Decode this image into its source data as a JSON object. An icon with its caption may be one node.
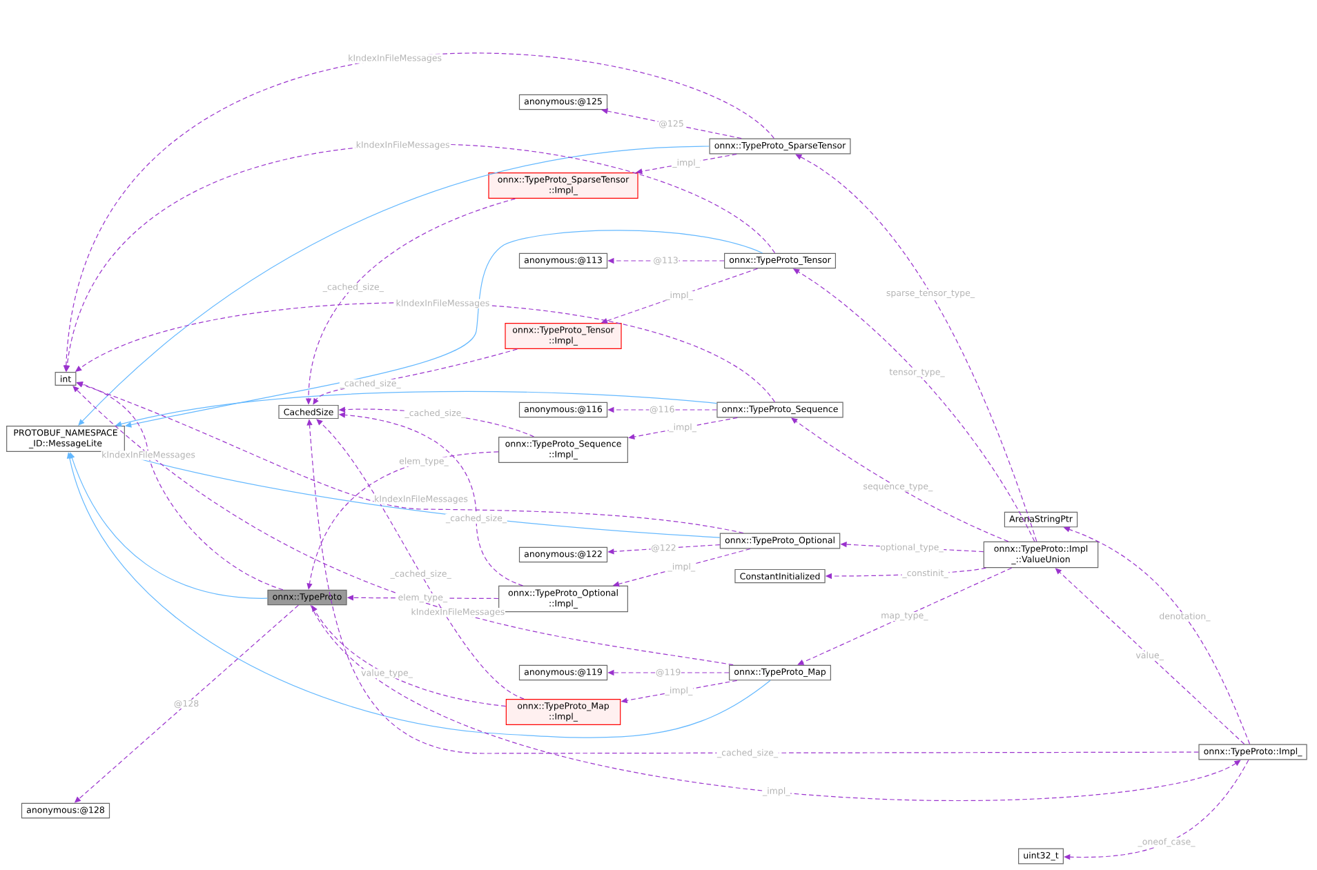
{
  "diagram": {
    "nodes": [
      {
        "text": [
          "onnx::TypeProto"
        ]
      },
      {
        "text": [
          "PROTOBUF_NAMESPACE _ID::MessageLite"
        ]
      },
      {
        "text": [
          "int"
        ]
      },
      {
        "text": [
          "CachedSize"
        ]
      },
      {
        "text": [
          "onnx::TypeProto_SparseTensor"
        ]
      },
      {
        "text": [
          "anonymous:@125"
        ]
      },
      {
        "text": [
          "onnx::TypeProto_SparseTensor ::Impl_"
        ]
      },
      {
        "text": [
          "onnx::TypeProto_Tensor"
        ]
      },
      {
        "text": [
          "anonymous:@113"
        ]
      },
      {
        "text": [
          "onnx::TypeProto_Tensor ::Impl_"
        ]
      },
      {
        "text": [
          "onnx::TypeProto_Sequence"
        ]
      },
      {
        "text": [
          "anonymous:@116"
        ]
      },
      {
        "text": [
          "onnx::TypeProto_Sequence ::Impl_"
        ]
      },
      {
        "text": [
          "onnx::TypeProto_Optional"
        ]
      },
      {
        "text": [
          "anonymous:@122"
        ]
      },
      {
        "text": [
          "onnx::TypeProto_Optional ::Impl_"
        ]
      },
      {
        "text": [
          "onnx::TypeProto_Map"
        ]
      },
      {
        "text": [
          "anonymous:@119"
        ]
      },
      {
        "text": [
          "onnx::TypeProto_Map ::Impl_"
        ]
      },
      {
        "text": [
          "ArenaStringPtr"
        ]
      },
      {
        "text": [
          "onnx::TypeProto::Impl _::ValueUnion"
        ]
      },
      {
        "text": [
          "ConstantInitialized"
        ]
      },
      {
        "text": [
          "onnx::TypeProto::Impl_"
        ]
      },
      {
        "text": [
          "uint32_t"
        ]
      },
      {
        "text": [
          "anonymous:@128"
        ]
      }
    ],
    "edges": [
      {
        "from": 0,
        "to": 1,
        "arrow": "to",
        "color": "#63b8ff"
      },
      {
        "from": 4,
        "to": 1,
        "arrow": "to",
        "color": "#63b8ff"
      },
      {
        "from": 7,
        "to": 1,
        "arrow": "to",
        "color": "#63b8ff"
      },
      {
        "from": 10,
        "to": 1,
        "arrow": "to",
        "color": "#63b8ff"
      },
      {
        "from": 13,
        "to": 1,
        "arrow": "to",
        "color": "#63b8ff"
      },
      {
        "from": 16,
        "to": 1,
        "arrow": "to",
        "color": "#63b8ff"
      },
      {
        "from": 0,
        "to": 2,
        "label": "kIndexInFileMessages",
        "arrow": "to",
        "style": "dashed",
        "color": "#9a32cd"
      },
      {
        "from": 0,
        "to": 24,
        "label": "@128",
        "arrow": "to",
        "style": "dashed",
        "color": "#9a32cd"
      },
      {
        "from": 4,
        "to": 2,
        "label": "kIndexInFileMessages",
        "arrow": "to",
        "style": "dashed",
        "color": "#9a32cd"
      },
      {
        "from": 4,
        "to": 5,
        "label": "@125",
        "arrow": "to",
        "style": "dashed",
        "color": "#9a32cd"
      },
      {
        "from": 4,
        "to": 6,
        "label": "_impl_",
        "arrow": "to",
        "style": "dashed",
        "color": "#9a32cd"
      },
      {
        "from": 6,
        "to": 3,
        "label": "_cached_size_",
        "arrow": "to",
        "style": "dashed",
        "color": "#9a32cd"
      },
      {
        "from": 7,
        "to": 2,
        "label": "kIndexInFileMessages",
        "arrow": "to",
        "style": "dashed",
        "color": "#9a32cd"
      },
      {
        "from": 7,
        "to": 8,
        "label": "@113",
        "arrow": "to",
        "style": "dashed",
        "color": "#9a32cd"
      },
      {
        "from": 7,
        "to": 9,
        "label": "_impl_",
        "arrow": "to",
        "style": "dashed",
        "color": "#9a32cd"
      },
      {
        "from": 9,
        "to": 3,
        "label": "_cached_size_",
        "arrow": "to",
        "style": "dashed",
        "color": "#9a32cd"
      },
      {
        "from": 10,
        "to": 2,
        "label": "kIndexInFileMessages",
        "arrow": "to",
        "style": "dashed",
        "color": "#9a32cd"
      },
      {
        "from": 10,
        "to": 11,
        "label": "@116",
        "arrow": "to",
        "style": "dashed",
        "color": "#9a32cd"
      },
      {
        "from": 10,
        "to": 12,
        "label": "_impl_",
        "arrow": "to",
        "style": "dashed",
        "color": "#9a32cd"
      },
      {
        "from": 12,
        "to": 3,
        "label": "_cached_size_",
        "arrow": "to",
        "style": "dashed",
        "color": "#9a32cd"
      },
      {
        "from": 12,
        "to": 0,
        "label": "elem_type_",
        "arrow": "to",
        "style": "dashed",
        "color": "#9a32cd"
      },
      {
        "from": 13,
        "to": 2,
        "label": "kIndexInFileMessages",
        "arrow": "to",
        "style": "dashed",
        "color": "#9a32cd"
      },
      {
        "from": 13,
        "to": 14,
        "label": "@122",
        "arrow": "to",
        "style": "dashed",
        "color": "#9a32cd"
      },
      {
        "from": 13,
        "to": 15,
        "label": "_impl_",
        "arrow": "to",
        "style": "dashed",
        "color": "#9a32cd"
      },
      {
        "from": 15,
        "to": 3,
        "label": "_cached_size_",
        "arrow": "to",
        "style": "dashed",
        "color": "#9a32cd"
      },
      {
        "from": 15,
        "to": 0,
        "label": "elem_type_",
        "arrow": "to",
        "style": "dashed",
        "color": "#9a32cd"
      },
      {
        "from": 16,
        "to": 2,
        "label": "kIndexInFileMessages",
        "arrow": "to",
        "style": "dashed",
        "color": "#9a32cd"
      },
      {
        "from": 16,
        "to": 17,
        "label": "@119",
        "arrow": "to",
        "style": "dashed",
        "color": "#9a32cd"
      },
      {
        "from": 16,
        "to": 18,
        "label": "_impl_",
        "arrow": "to",
        "style": "dashed",
        "color": "#9a32cd"
      },
      {
        "from": 18,
        "to": 3,
        "label": "_cached_size_",
        "arrow": "to",
        "style": "dashed",
        "color": "#9a32cd"
      },
      {
        "from": 18,
        "to": 0,
        "label": "value_type_",
        "arrow": "to",
        "style": "dashed",
        "color": "#9a32cd"
      },
      {
        "from": 20,
        "to": 4,
        "label": "sparse_tensor_type_",
        "arrow": "to",
        "style": "dashed",
        "color": "#9a32cd"
      },
      {
        "from": 20,
        "to": 7,
        "label": "tensor_type_",
        "arrow": "to",
        "style": "dashed",
        "color": "#9a32cd"
      },
      {
        "from": 20,
        "to": 10,
        "label": "sequence_type_",
        "arrow": "to",
        "style": "dashed",
        "color": "#9a32cd"
      },
      {
        "from": 20,
        "to": 13,
        "label": "optional_type_",
        "arrow": "to",
        "style": "dashed",
        "color": "#9a32cd"
      },
      {
        "from": 20,
        "to": 21,
        "label": "_constinit_",
        "arrow": "to",
        "style": "dashed",
        "color": "#9a32cd"
      },
      {
        "from": 20,
        "to": 16,
        "label": "map_type_",
        "arrow": "to",
        "style": "dashed",
        "color": "#9a32cd"
      },
      {
        "from": 22,
        "to": 19,
        "label": "denotation_",
        "arrow": "to",
        "style": "dashed",
        "color": "#9a32cd"
      },
      {
        "from": 22,
        "to": 20,
        "label": "value_",
        "arrow": "to",
        "style": "dashed",
        "color": "#9a32cd"
      },
      {
        "from": 22,
        "to": 3,
        "label": "_cached_size_",
        "arrow": "to",
        "style": "dashed",
        "color": "#9a32cd"
      },
      {
        "from": 22,
        "to": 23,
        "label": "_oneof_case_",
        "arrow": "to",
        "style": "dashed",
        "color": "#9a32cd"
      },
      {
        "from": 0,
        "to": 22,
        "label": "_impl_",
        "arrow": "to",
        "style": "dashed",
        "color": "#9a32cd"
      }
    ]
  }
}
